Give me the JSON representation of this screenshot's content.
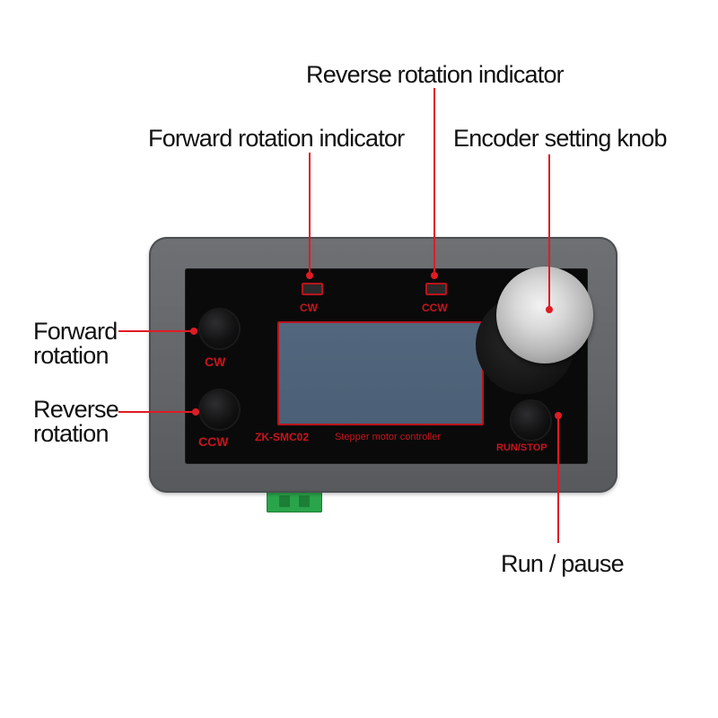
{
  "annotations": {
    "reverse_indicator": "Reverse rotation indicator",
    "forward_indicator": "Forward rotation indicator",
    "encoder_knob": "Encoder setting knob",
    "forward_rotation": "Forward\nrotation",
    "reverse_rotation": "Reverse\nrotation",
    "run_pause": "Run / pause"
  },
  "device": {
    "led_cw": "CW",
    "led_ccw": "CCW",
    "button_cw": "CW",
    "button_ccw": "CCW",
    "run_stop": "RUN/STOP",
    "model": "ZK-SMC02",
    "description": "Stepper motor controller"
  },
  "colors": {
    "leader_line": "#e01b24",
    "silkscreen": "#c8151c",
    "housing": "#66686c",
    "terminal": "#2aa44a"
  }
}
